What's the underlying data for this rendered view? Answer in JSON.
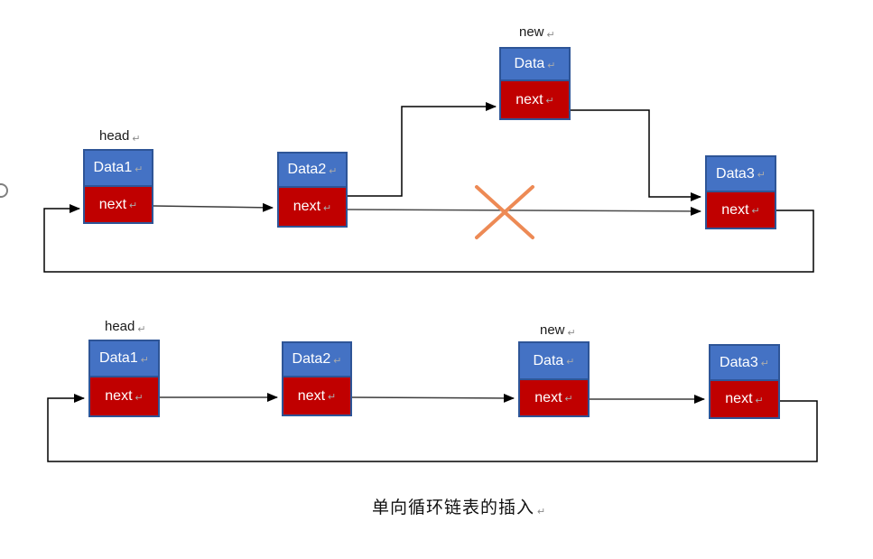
{
  "caption": "单向循环链表的插入",
  "return_mark": "↵",
  "colors": {
    "node_fill_blue": "#4472C4",
    "node_border_blue": "#2E5597",
    "pointer_fill_red": "#C00000",
    "node_text": "#FFFFFF",
    "connector": "#000000",
    "cross_mark_orange": "#ED8A55",
    "label_text": "#1A1A1A"
  },
  "top_diagram": {
    "description": "before insertion: old link Data2->Data3 crossed out, new node spliced in",
    "nodes": [
      {
        "tag": "head",
        "label": "Data1",
        "pointer": "next"
      },
      {
        "tag": "",
        "label": "Data2",
        "pointer": "next"
      },
      {
        "tag": "new",
        "label": "Data",
        "pointer": "next"
      },
      {
        "tag": "",
        "label": "Data3",
        "pointer": "next"
      }
    ]
  },
  "bottom_diagram": {
    "description": "after insertion: head -> Data1 -> Data2 -> new Data -> Data3 -> back to head",
    "nodes": [
      {
        "tag": "head",
        "label": "Data1",
        "pointer": "next"
      },
      {
        "tag": "",
        "label": "Data2",
        "pointer": "next"
      },
      {
        "tag": "new",
        "label": "Data",
        "pointer": "next"
      },
      {
        "tag": "",
        "label": "Data3",
        "pointer": "next"
      }
    ]
  }
}
